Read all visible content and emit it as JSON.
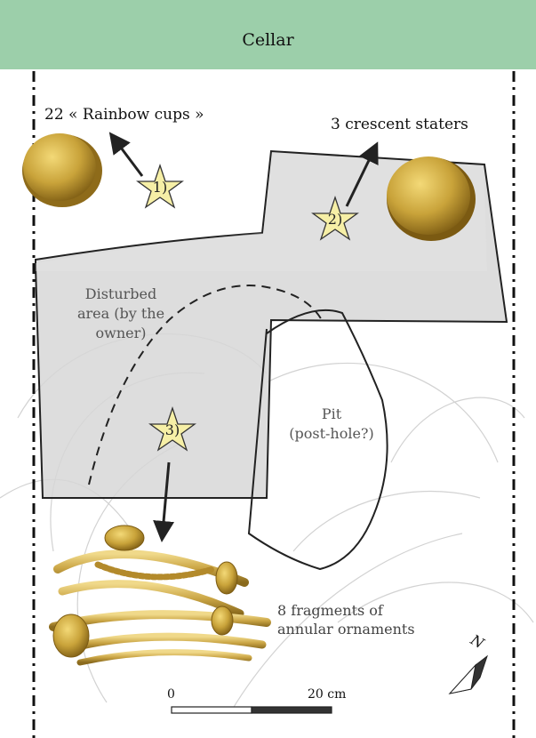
{
  "header": {
    "title": "Cellar"
  },
  "finds": [
    {
      "marker": "1)",
      "label": "22 « Rainbow cups »"
    },
    {
      "marker": "2)",
      "label": "3 crescent staters"
    },
    {
      "marker": "3)",
      "label_lines": [
        "8 fragments of",
        "annular ornaments"
      ]
    }
  ],
  "zones": {
    "disturbed_lines": [
      "Disturbed",
      "area (by the",
      "owner)"
    ],
    "pit_lines": [
      "Pit",
      "(post-hole?)"
    ]
  },
  "scale": {
    "start": "0",
    "end": "20 cm"
  },
  "north": {
    "label": "N"
  },
  "colors": {
    "header_bg": "#9ccfaa",
    "star_fill": "#f6efa6",
    "gold": "#c9a33a",
    "zone_fill": "#d7d7d7"
  }
}
